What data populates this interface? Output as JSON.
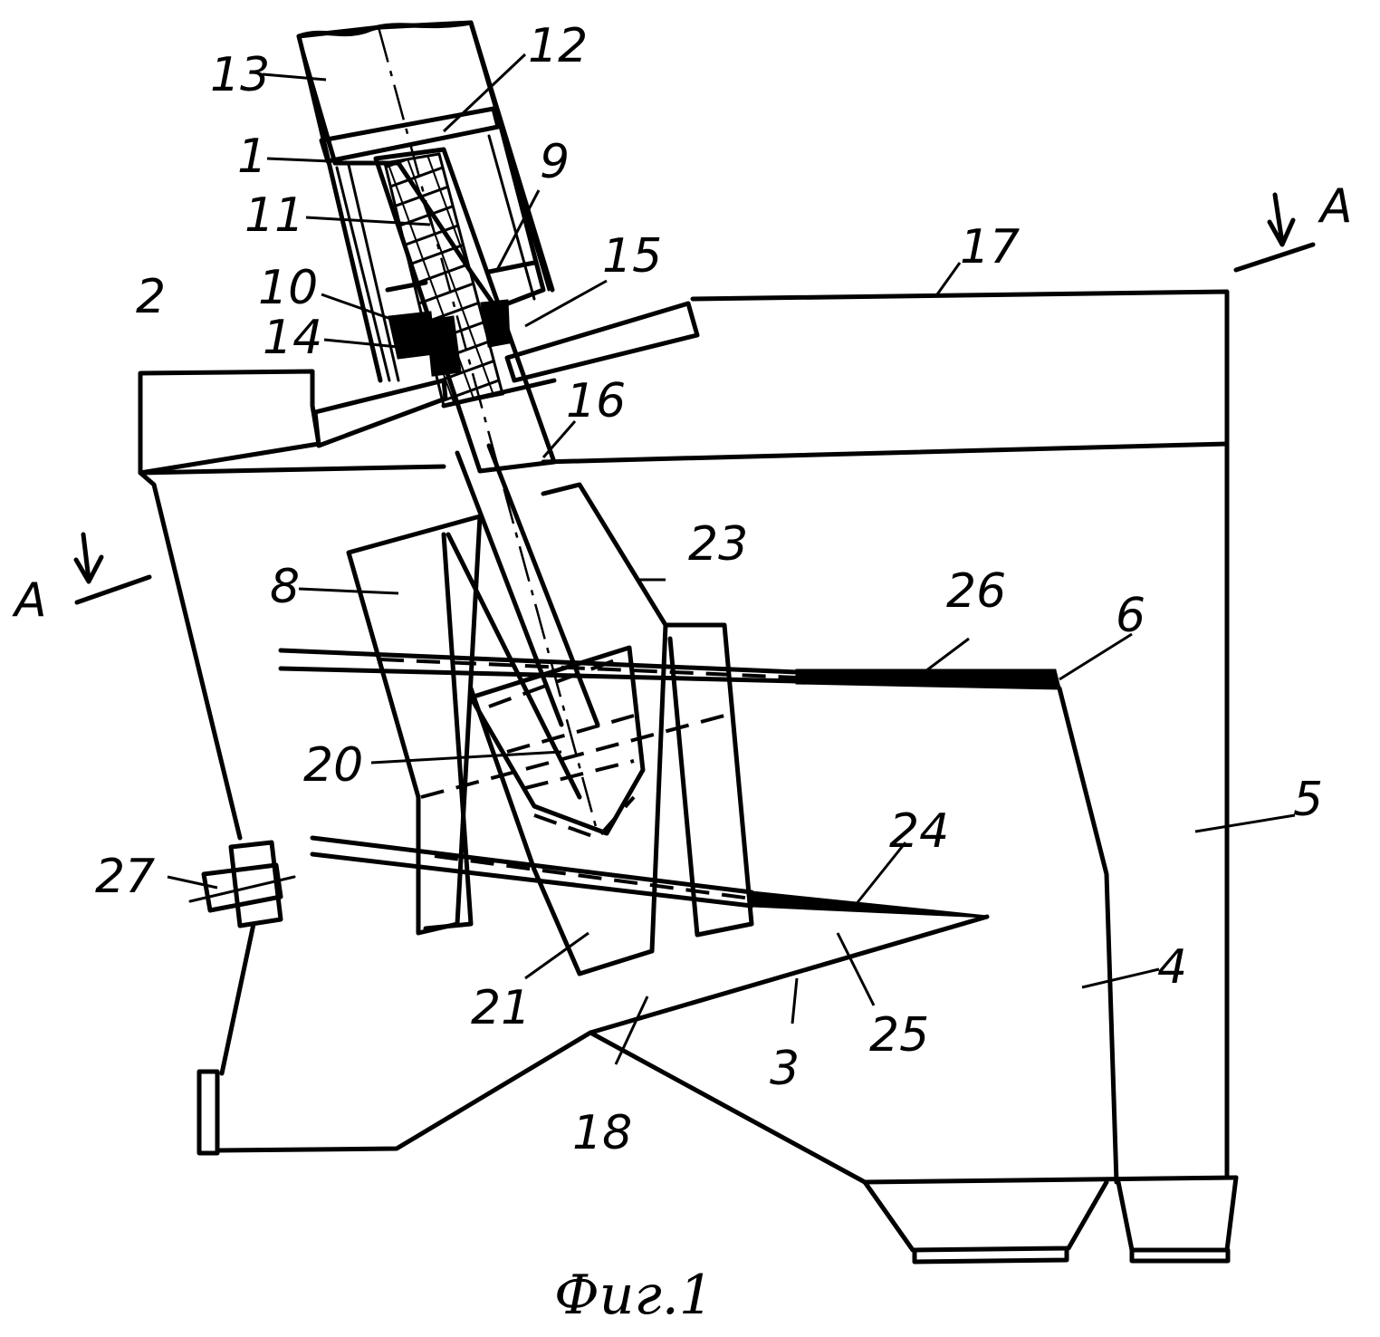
{
  "figure": {
    "caption": "Фиг.1",
    "section_mark": "A",
    "labels": {
      "n1": "1",
      "n2": "2",
      "n3": "3",
      "n4": "4",
      "n5": "5",
      "n6": "6",
      "n8": "8",
      "n9": "9",
      "n10": "10",
      "n11": "11",
      "n12": "12",
      "n13": "13",
      "n14": "14",
      "n15": "15",
      "n16": "16",
      "n17": "17",
      "n18": "18",
      "n20": "20",
      "n21": "21",
      "n23": "23",
      "n24": "24",
      "n25": "25",
      "n26": "26",
      "n27": "27"
    }
  }
}
